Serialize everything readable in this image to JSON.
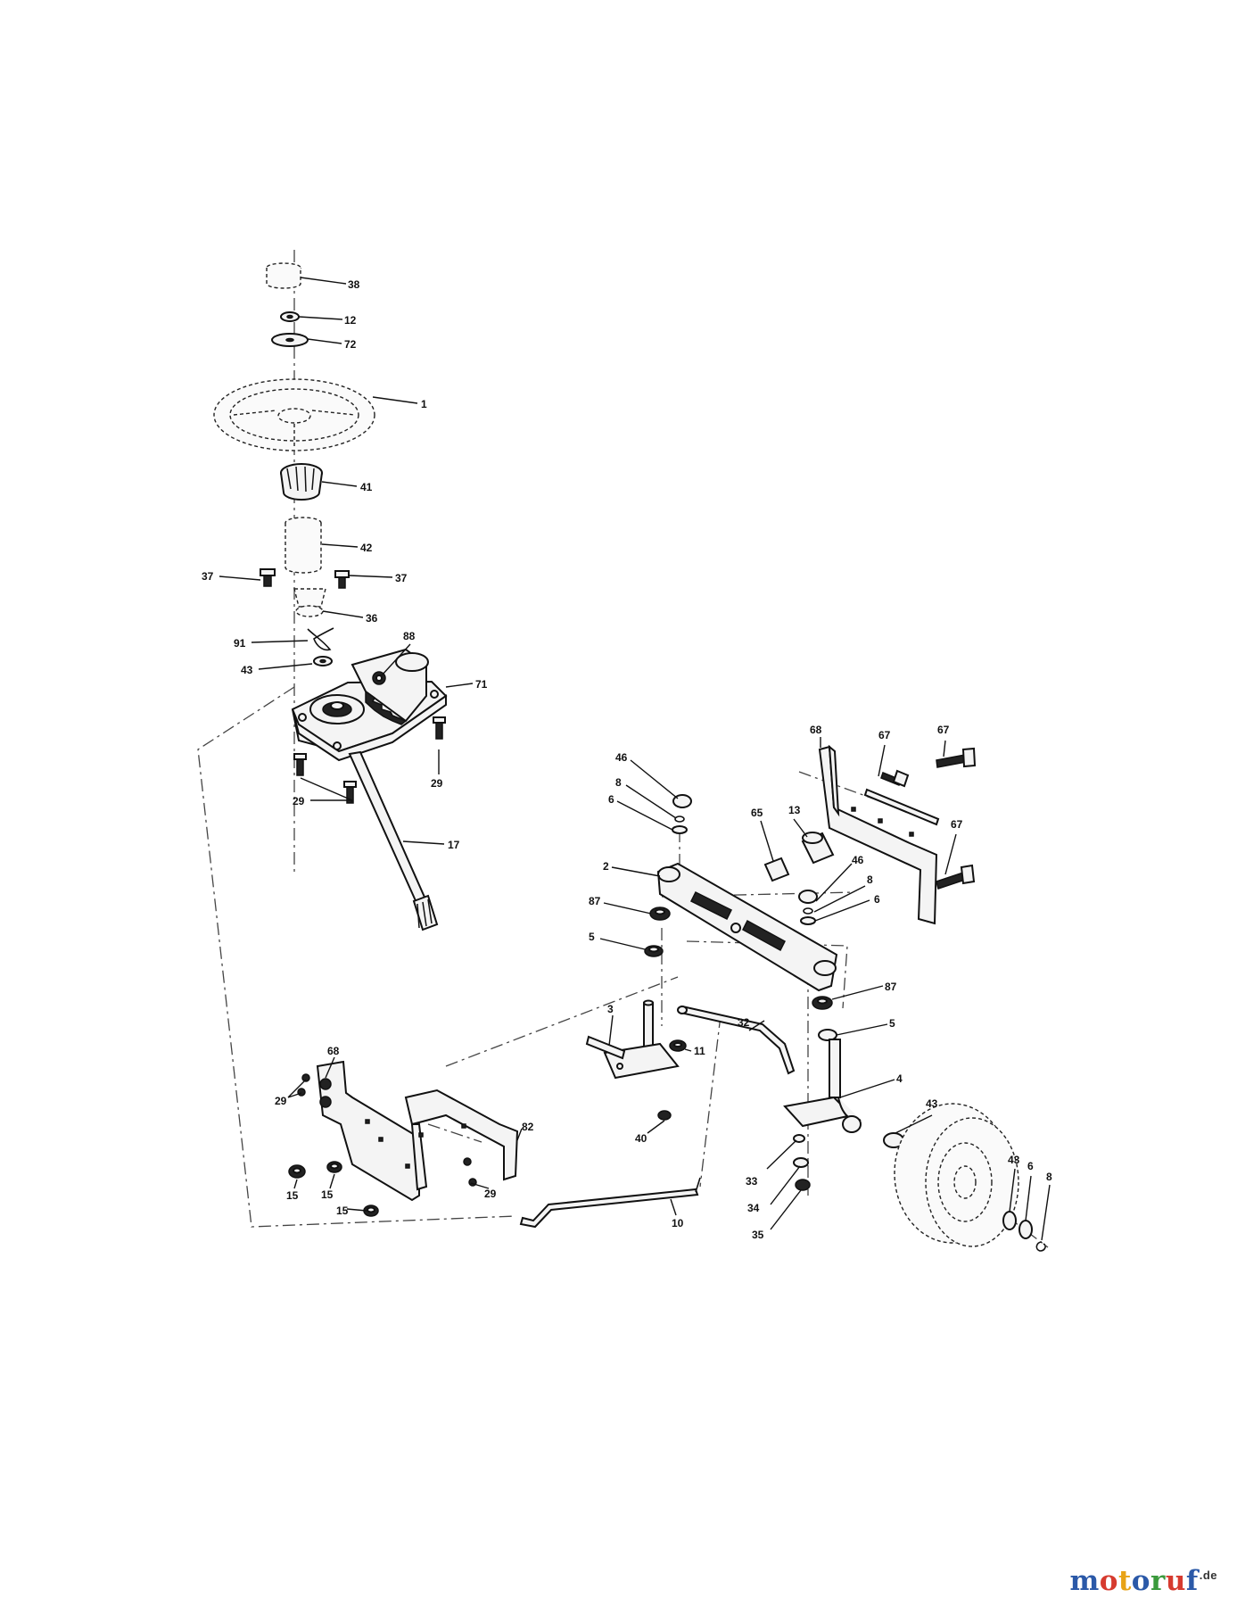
{
  "diagram": {
    "callouts": [
      {
        "id": "c-38a",
        "text": "38"
      },
      {
        "id": "c-12a",
        "text": "12"
      },
      {
        "id": "c-72a",
        "text": "72"
      },
      {
        "id": "c-1a",
        "text": "1"
      },
      {
        "id": "c-41a",
        "text": "41"
      },
      {
        "id": "c-42a",
        "text": "42"
      },
      {
        "id": "c-37a",
        "text": "37"
      },
      {
        "id": "c-37b",
        "text": "37"
      },
      {
        "id": "c-36a",
        "text": "36"
      },
      {
        "id": "c-91a",
        "text": "91"
      },
      {
        "id": "c-88a",
        "text": "88"
      },
      {
        "id": "c-43a",
        "text": "43"
      },
      {
        "id": "c-71a",
        "text": "71"
      },
      {
        "id": "c-29a",
        "text": "29"
      },
      {
        "id": "c-29b",
        "text": "29"
      },
      {
        "id": "c-17a",
        "text": "17"
      },
      {
        "id": "c-68a",
        "text": "68"
      },
      {
        "id": "c-67a",
        "text": "67"
      },
      {
        "id": "c-67b",
        "text": "67"
      },
      {
        "id": "c-67c",
        "text": "67"
      },
      {
        "id": "c-46a",
        "text": "46"
      },
      {
        "id": "c-8a",
        "text": "8"
      },
      {
        "id": "c-6a",
        "text": "6"
      },
      {
        "id": "c-13a",
        "text": "13"
      },
      {
        "id": "c-65a",
        "text": "65"
      },
      {
        "id": "c-2a",
        "text": "2"
      },
      {
        "id": "c-46b",
        "text": "46"
      },
      {
        "id": "c-8b",
        "text": "8"
      },
      {
        "id": "c-6b",
        "text": "6"
      },
      {
        "id": "c-87a",
        "text": "87"
      },
      {
        "id": "c-5a",
        "text": "5"
      },
      {
        "id": "c-87b",
        "text": "87"
      },
      {
        "id": "c-3a",
        "text": "3"
      },
      {
        "id": "c-32a",
        "text": "32"
      },
      {
        "id": "c-5b",
        "text": "5"
      },
      {
        "id": "c-11a",
        "text": "11"
      },
      {
        "id": "c-68b",
        "text": "68"
      },
      {
        "id": "c-4a",
        "text": "4"
      },
      {
        "id": "c-43b",
        "text": "43"
      },
      {
        "id": "c-29c",
        "text": "29"
      },
      {
        "id": "c-82a",
        "text": "82"
      },
      {
        "id": "c-40a",
        "text": "40"
      },
      {
        "id": "c-33a",
        "text": "33"
      },
      {
        "id": "c-43c",
        "text": "43"
      },
      {
        "id": "c-6c",
        "text": "6"
      },
      {
        "id": "c-8c",
        "text": "8"
      },
      {
        "id": "c-15a",
        "text": "15"
      },
      {
        "id": "c-15b",
        "text": "15"
      },
      {
        "id": "c-29d",
        "text": "29"
      },
      {
        "id": "c-34a",
        "text": "34"
      },
      {
        "id": "c-15c",
        "text": "15"
      },
      {
        "id": "c-10a",
        "text": "10"
      },
      {
        "id": "c-35a",
        "text": "35"
      }
    ]
  },
  "watermark": {
    "letters": [
      "m",
      "o",
      "t",
      "o",
      "r",
      "u",
      "f"
    ],
    "letter_colors": [
      "#2b59a8",
      "#d63b2f",
      "#e8a317",
      "#2b59a8",
      "#3a9a3c",
      "#d63b2f",
      "#2b59a8"
    ],
    "suffix": ".de"
  }
}
